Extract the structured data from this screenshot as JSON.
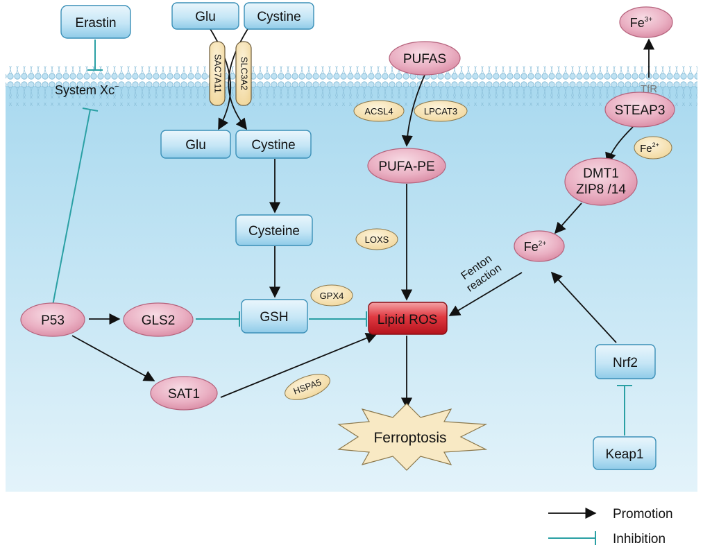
{
  "colors": {
    "cytoplasm_top": "#a9d9ef",
    "cytoplasm_bottom": "#e3f3fa",
    "membrane": "#8fc7e2",
    "blue_box_top": "#eaf6fc",
    "blue_box_bottom": "#9fd3ec",
    "pink_ellipse": "#e9a9bd",
    "yellow_ellipse": "#f7e3b4",
    "red_box": "#d41f2b",
    "starburst": "#f8e9c4",
    "promotion": "#111111",
    "inhibition": "#2aa0a4"
  },
  "nodes": {
    "erastin": "Erastin",
    "glu_out": "Glu",
    "cystine_out": "Cystine",
    "system_xc": "System Xc",
    "system_xc_sup": "−",
    "sac7a11": "SAC7A11",
    "slc3a2": "SLC3A2",
    "glu_in": "Glu",
    "cystine_in": "Cystine",
    "cysteine": "Cysteine",
    "gsh": "GSH",
    "p53": "P53",
    "gls2": "GLS2",
    "sat1": "SAT1",
    "pufas": "PUFAS",
    "acsl4": "ACSL4",
    "lpcat3": "LPCAT3",
    "pufa_pe": "PUFA-PE",
    "loxs": "LOXS",
    "gpx4": "GPX4",
    "hspa5": "HSPA5",
    "lipid_ros": "Lipid ROS",
    "ferroptosis": "Ferroptosis",
    "fe3": "Fe",
    "fe3_sup": "3+",
    "tfr": "TfR",
    "steap3": "STEAP3",
    "fe2_small": "Fe",
    "fe2_small_sup": "2+",
    "dmt1_line1": "DMT1",
    "dmt1_line2": "ZIP8 /14",
    "fe2": "Fe",
    "fe2_sup": "2+",
    "fenton_line1": "Fenton",
    "fenton_line2": "reaction",
    "nrf2": "Nrf2",
    "keap1": "Keap1"
  },
  "legend": {
    "promotion": "Promotion",
    "inhibition": "Inhibition"
  }
}
